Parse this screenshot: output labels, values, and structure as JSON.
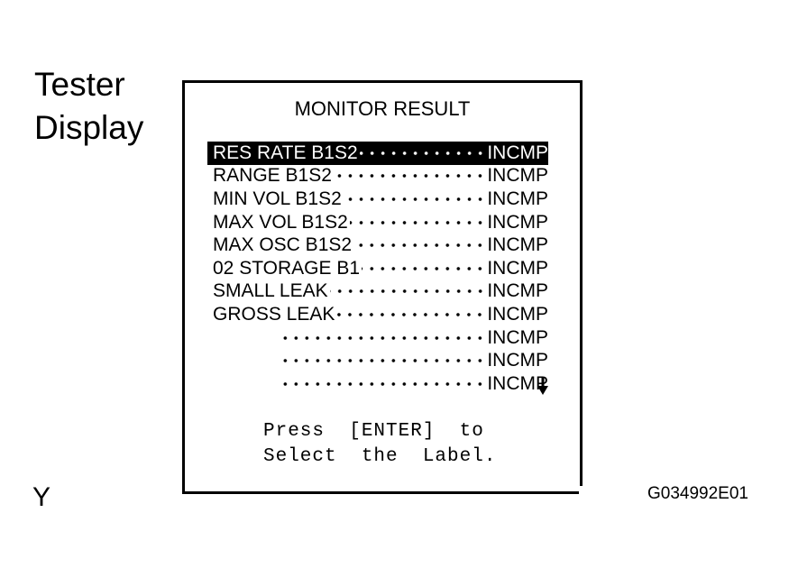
{
  "caption": {
    "line1": "Tester",
    "line2": "Display"
  },
  "corner_letter": "Y",
  "figure_code": "G034992E01",
  "screen": {
    "title": "MONITOR RESULT",
    "rows": [
      {
        "label": "RES RATE B1S2",
        "status": "INCMP",
        "selected": true
      },
      {
        "label": "RANGE B1S2",
        "status": "INCMP"
      },
      {
        "label": "MIN VOL B1S2",
        "status": "INCMP"
      },
      {
        "label": "MAX VOL B1S2",
        "status": "INCMP"
      },
      {
        "label": "MAX OSC B1S2",
        "status": "INCMP"
      },
      {
        "label": "02 STORAGE B1",
        "status": "INCMP"
      },
      {
        "label": "SMALL LEAK",
        "status": "INCMP"
      },
      {
        "label": "GROSS LEAK",
        "status": "INCMP"
      },
      {
        "label": "",
        "status": "INCMP"
      },
      {
        "label": "",
        "status": "INCMP"
      },
      {
        "label": "",
        "status": "INCMP"
      }
    ],
    "scroll_icon": "arrow-down-icon",
    "hint_line1": "Press  [ENTER]  to",
    "hint_line2": "Select  the  Label."
  }
}
